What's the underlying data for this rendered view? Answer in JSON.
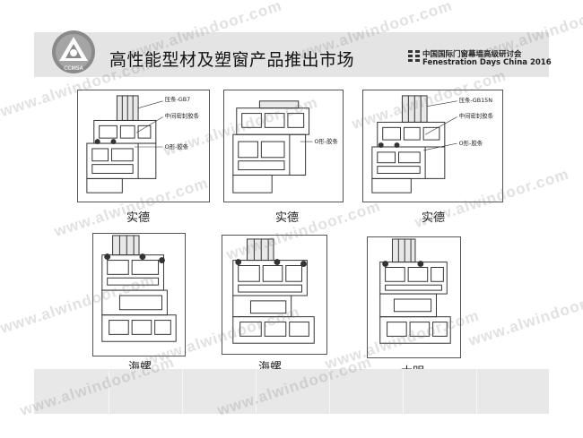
{
  "header": {
    "title": "高性能型材及塑窗产品推出市场",
    "logo_text": "CCMSA",
    "conference_cn": "中国国际门窗幕墙高级研讨会",
    "conference_en": "Fenestration Days China 2016"
  },
  "panels": [
    {
      "caption": "实德",
      "labels": [
        "压条-GB7",
        "中间密封胶条",
        "O形-胶条"
      ]
    },
    {
      "caption": "实德",
      "labels": [
        "O形-胶条"
      ]
    },
    {
      "caption": "实德",
      "labels": [
        "压条-GB15N",
        "中间密封胶条",
        "O形-胶条"
      ]
    },
    {
      "caption": "海螺",
      "labels": []
    },
    {
      "caption": "海螺",
      "labels": []
    },
    {
      "caption": "大明",
      "labels": []
    }
  ],
  "watermark": "www.alwindoor.com",
  "colors": {
    "header_bg": "#e4e4e4",
    "footer_bg": "#e8e8e8",
    "line": "#333333"
  }
}
